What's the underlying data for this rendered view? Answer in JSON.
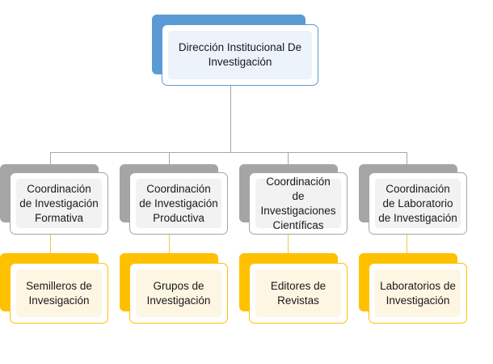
{
  "root": {
    "label": "Dirección Institucional De Investigación"
  },
  "coordinations": [
    {
      "label": "Coordinación de Investigación Formativa",
      "child": "Semilleros de Invesigación"
    },
    {
      "label": "Coordinación de Investigación Productiva",
      "child": "Grupos de Investigación"
    },
    {
      "label": "Coordinación de Investigaciones Científicas",
      "child": "Editores de Revistas"
    },
    {
      "label": "Coordinación de Laboratorio de Investigación",
      "child": "Laboratorios de Investigación"
    }
  ],
  "colors": {
    "root_accent": "#5b9bd5",
    "root_border": "#5b9bd5",
    "root_fill": "#edf3fb",
    "level2_accent": "#a5a5a5",
    "level2_border": "#a5a5a5",
    "level2_fill": "#f2f2f2",
    "level3_accent": "#ffc000",
    "level3_border": "#ffc000",
    "level3_fill": "#fdf6e3",
    "connector": "#a6a6a6"
  }
}
